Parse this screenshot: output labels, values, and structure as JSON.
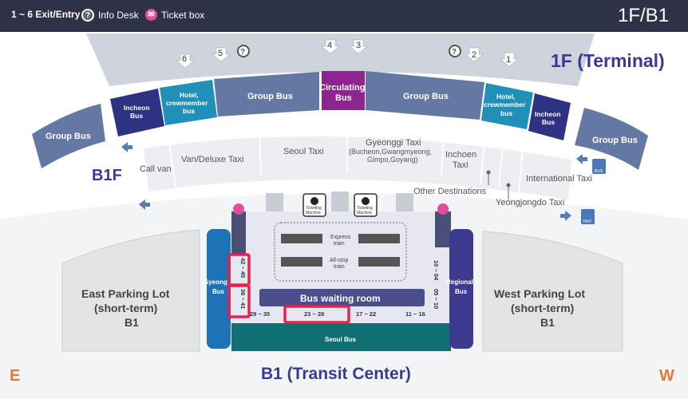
{
  "header": {
    "legend": {
      "exit": "1 ~ 6 Exit/Entry",
      "info": "Info Desk",
      "ticket": "Ticket box"
    },
    "floor": "1F/B1"
  },
  "titles": {
    "terminal": "1F (Terminal)",
    "b1f": "B1F",
    "transit": "B1 (Transit Center)",
    "east_edge": "E",
    "west_edge": "W"
  },
  "exits": [
    "1",
    "2",
    "3",
    "4",
    "5",
    "6"
  ],
  "bus_zones": {
    "group_bus": "Group Bus",
    "incheon_bus": [
      "Incheon",
      "Bus"
    ],
    "hotel_bus": [
      "Hotel,",
      "crewmember",
      "bus"
    ],
    "circulating_bus": [
      "Circulating",
      "Bus"
    ]
  },
  "taxi": {
    "call_van": "Call van",
    "van_deluxe": "Van/Deluxe Taxi",
    "seoul": "Seoul Taxi",
    "gyeonggi": [
      "Gyeonggi Taxi",
      "(Bucheon,Gwangmyeong,",
      "Gimpo,Goyang)"
    ],
    "incheon": [
      "Inchoen",
      "Taxi"
    ],
    "other": "Other Destinations",
    "yeongjongdo": "Yeongjongdo Taxi",
    "international": "International Taxi",
    "bus_sign": "BUS",
    "taxi_sign": "TAXI"
  },
  "transit": {
    "ticketing_machine": [
      "Ticketing",
      "Machine"
    ],
    "express_train": [
      "Express",
      "train"
    ],
    "allstop_train": [
      "All-stop",
      "train"
    ],
    "waiting_room": "Bus waiting room",
    "gyeonggi_bus": [
      "Gyeong",
      "Bus"
    ],
    "regional_bus": [
      "Regional",
      "Bus"
    ],
    "seoul_bus": "Seoul Bus",
    "gates_left": [
      "42 ~ 45",
      "36 ~ 41"
    ],
    "gates_bottom": [
      "29 ~ 35",
      "23 ~ 28",
      "17 ~ 22",
      "11 ~ 16"
    ],
    "gates_right": [
      "10 ~ 04",
      "05 ~ 10"
    ]
  },
  "parking": {
    "east": [
      "East Parking Lot",
      "(short-term)",
      "B1"
    ],
    "west": [
      "West Parking Lot",
      "(short-term)",
      "B1"
    ]
  },
  "colors": {
    "header": "#2e3246",
    "group": "#6379a3",
    "incheon": "#2e3282",
    "hotel": "#2190b9",
    "circulating": "#8e2490",
    "title": "#3b3a92",
    "highlight": "#e5234f",
    "seoul_bus": "#0f6f73",
    "gyeonggi_bus": "#1d73b6",
    "regional_bus": "#3d3a8f"
  }
}
